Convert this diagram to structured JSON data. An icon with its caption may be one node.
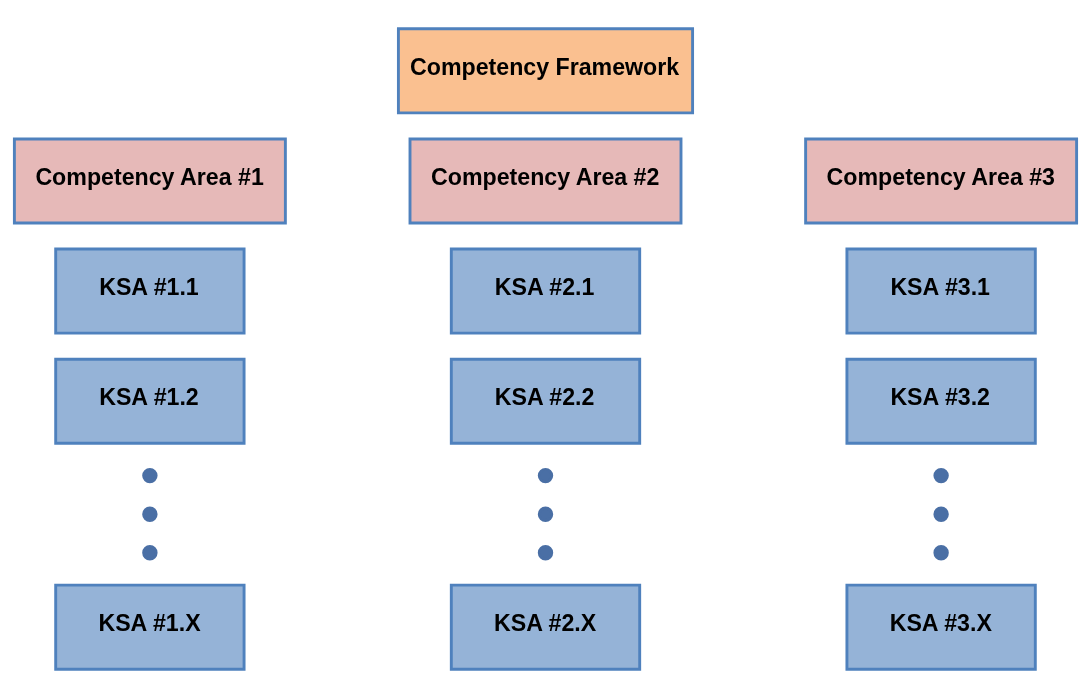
{
  "diagram": {
    "nodes": [
      {
        "text": [
          "Competency Framework"
        ]
      },
      {
        "text": [
          "Competency Area #1"
        ]
      },
      {
        "text": [
          "Competency Area #2"
        ]
      },
      {
        "text": [
          "Competency Area #3"
        ]
      },
      {
        "text": [
          "KSA #1.1"
        ]
      },
      {
        "text": [
          "KSA #2.1"
        ]
      },
      {
        "text": [
          "KSA #3.1"
        ]
      },
      {
        "text": [
          "KSA #1.2"
        ]
      },
      {
        "text": [
          "KSA #2.2"
        ]
      },
      {
        "text": [
          "KSA #3.2"
        ]
      },
      {
        "text": [],
        "shape": "circle"
      },
      {
        "text": [],
        "shape": "circle"
      },
      {
        "text": [],
        "shape": "circle"
      },
      {
        "text": [],
        "shape": "circle"
      },
      {
        "text": [],
        "shape": "circle"
      },
      {
        "text": [],
        "shape": "circle"
      },
      {
        "text": [],
        "shape": "circle"
      },
      {
        "text": [],
        "shape": "circle"
      },
      {
        "text": [],
        "shape": "circle"
      },
      {
        "text": [
          "KSA #1.X"
        ]
      },
      {
        "text": [
          "KSA #2.X"
        ]
      },
      {
        "text": [
          "KSA #3.X"
        ]
      }
    ],
    "edges": []
  }
}
